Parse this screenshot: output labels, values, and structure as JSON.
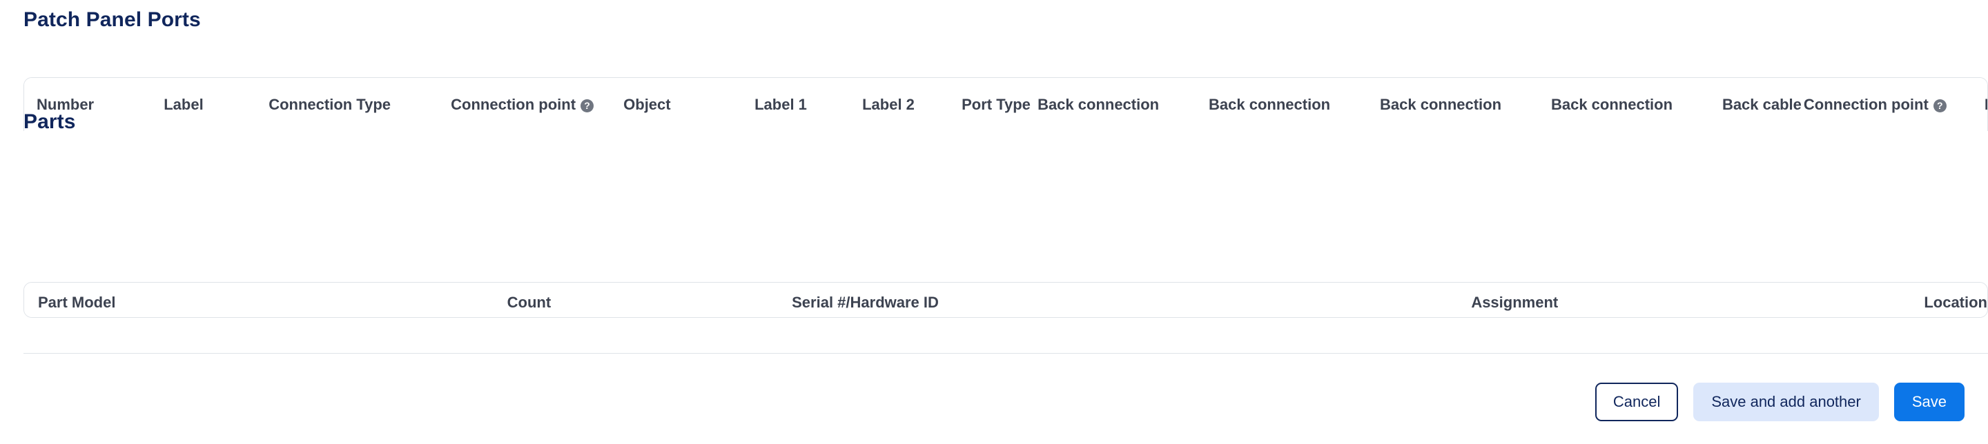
{
  "sections": {
    "ports": {
      "title": "Patch Panel Ports",
      "columns": [
        {
          "label": "Number",
          "help": false,
          "key": "number"
        },
        {
          "label": "Label",
          "help": false,
          "key": "label"
        },
        {
          "label": "Connection Type",
          "help": false,
          "key": "connection-type"
        },
        {
          "label": "Connection point",
          "help": true,
          "key": "connection-point"
        },
        {
          "label": "Object",
          "help": false,
          "key": "object"
        },
        {
          "label": "Label 1",
          "help": false,
          "key": "label-1"
        },
        {
          "label": "Label 2",
          "help": false,
          "key": "label-2"
        },
        {
          "label": "Port Type",
          "help": false,
          "key": "port-type"
        },
        {
          "label": "Back connection",
          "help": false,
          "key": "back-connection-1"
        },
        {
          "label": "Back connection",
          "help": false,
          "key": "back-connection-2"
        },
        {
          "label": "Back connection",
          "help": false,
          "key": "back-connection-3"
        },
        {
          "label": "Back connection",
          "help": false,
          "key": "back-connection-4"
        },
        {
          "label": "Back cable",
          "help": false,
          "key": "back-cable"
        },
        {
          "label": "Connection point",
          "help": true,
          "key": "back-connection-point"
        },
        {
          "label": "Full Path",
          "help": false,
          "key": "full-path"
        }
      ],
      "rows": []
    },
    "parts": {
      "title": "Parts",
      "columns": [
        {
          "label": "Part Model",
          "key": "part-model"
        },
        {
          "label": "Count",
          "key": "count"
        },
        {
          "label": "Serial #/Hardware ID",
          "key": "serial-hardware-id"
        },
        {
          "label": "Assignment",
          "key": "assignment"
        },
        {
          "label": "Location",
          "key": "location"
        }
      ],
      "rows": []
    }
  },
  "footer": {
    "cancel_label": "Cancel",
    "save_add_another_label": "Save and add another",
    "save_label": "Save"
  },
  "icons": {
    "help": "?"
  },
  "colors": {
    "heading": "#10265c",
    "header_text": "#3c4250",
    "border": "#dfe3e8",
    "primary": "#0c76e8",
    "secondary_bg": "#dce7fb",
    "help_icon_bg": "#6f7580"
  }
}
